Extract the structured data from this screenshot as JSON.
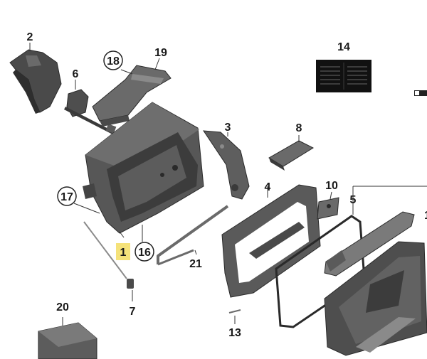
{
  "parts": [
    {
      "id": "part-1",
      "label": "1"
    },
    {
      "id": "part-2",
      "label": "2"
    },
    {
      "id": "part-3",
      "label": "3"
    },
    {
      "id": "part-4",
      "label": "4"
    },
    {
      "id": "part-5",
      "label": "5"
    },
    {
      "id": "part-6",
      "label": "6"
    },
    {
      "id": "part-7",
      "label": "7"
    },
    {
      "id": "part-8",
      "label": "8"
    },
    {
      "id": "part-10",
      "label": "10"
    },
    {
      "id": "part-13",
      "label": "13"
    },
    {
      "id": "part-14",
      "label": "14"
    },
    {
      "id": "part-16",
      "label": "16"
    },
    {
      "id": "part-17",
      "label": "17"
    },
    {
      "id": "part-18",
      "label": "18"
    },
    {
      "id": "part-19",
      "label": "19"
    },
    {
      "id": "part-20",
      "label": "20"
    },
    {
      "id": "part-21",
      "label": "21"
    },
    {
      "id": "part-cut",
      "label": "1"
    }
  ],
  "colors": {
    "part_fill": "#5a5a5a",
    "part_dark": "#3a3a3a",
    "part_light": "#8a8a8a",
    "highlight": "#f5e27a",
    "label_bg": "#111111"
  }
}
